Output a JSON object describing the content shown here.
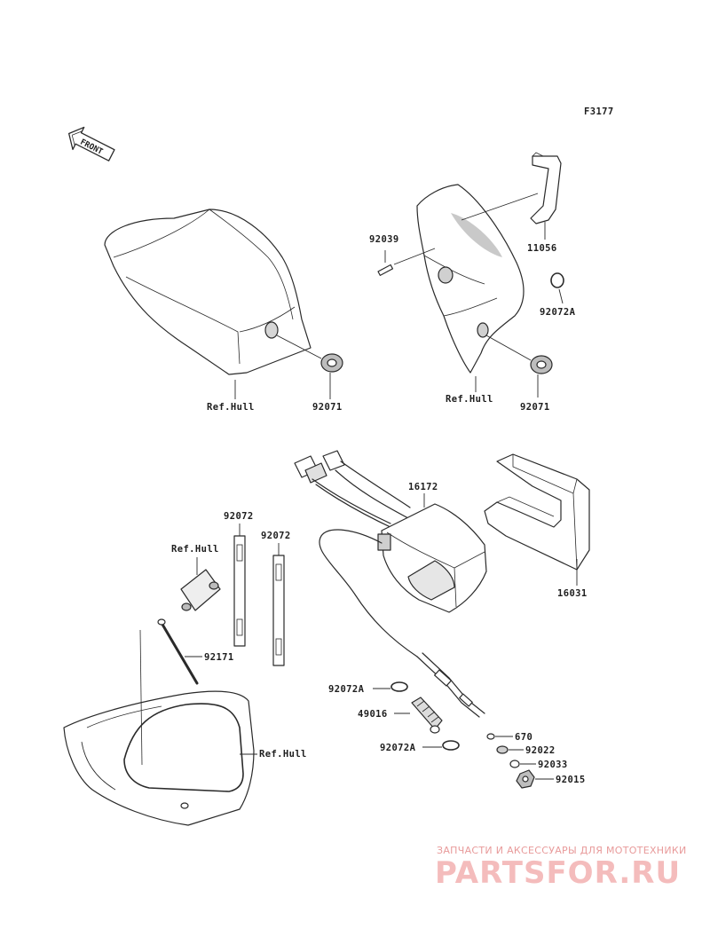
{
  "figure_code": "F3177",
  "front_label": "FRONT",
  "callouts": {
    "c11056": "11056",
    "c92039": "92039",
    "c92072A_top": "92072A",
    "c92071_left": "92071",
    "c92071_right": "92071",
    "ref_hull_seat": "Ref.Hull",
    "ref_hull_cover": "Ref.Hull",
    "c16172": "16172",
    "c16031": "16031",
    "c92072_a": "92072",
    "c92072_b": "92072",
    "ref_hull_small": "Ref.Hull",
    "c92171": "92171",
    "ref_hull_deck": "Ref.Hull",
    "c92072A_mid": "92072A",
    "c49016": "49016",
    "c92072A_low": "92072A",
    "c670": "670",
    "c92022": "92022",
    "c92033": "92033",
    "c92015": "92015"
  },
  "watermark": {
    "tagline": "ЗАПЧАСТИ И АКСЕССУАРЫ ДЛЯ МОТОТЕХНИКИ",
    "brand": "PARTSFOR.RU"
  }
}
